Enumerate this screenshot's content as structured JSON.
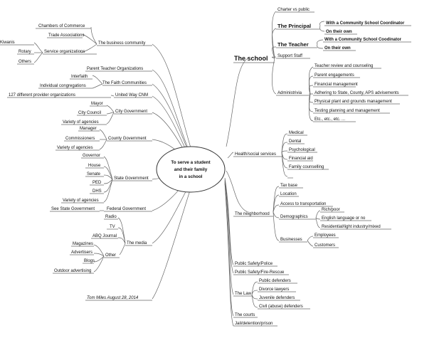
{
  "center": {
    "line1": "To serve a student",
    "line2": "and their family",
    "line3": "in a school"
  },
  "left": {
    "business": {
      "label": "The business community",
      "items": [
        "Chambers of Commerce",
        "Trade Associations"
      ],
      "service": "Service organizations",
      "service_items": [
        "Kiwanis",
        "Rotary",
        "Others"
      ]
    },
    "pto": "Parent Teacher Organizations",
    "faith": {
      "label": "The Faith Communities",
      "items": [
        "Interfaith",
        "Individual congregations"
      ]
    },
    "uwcnm": {
      "label": "United Way CNM",
      "item": "127 different provider organizations"
    },
    "city": {
      "label": "City Government",
      "items": [
        "Mayor",
        "City Council",
        "Variety of agencies"
      ]
    },
    "county": {
      "label": "County Government",
      "items": [
        "Manager",
        "Commissioners",
        "Variety of agencies"
      ]
    },
    "state": {
      "label": "State Government",
      "items": [
        "Governor",
        "House",
        "Senate",
        "PED",
        "DHS",
        "Variety of agencies"
      ]
    },
    "federal": {
      "label": "Federal Government",
      "item": "See State Government"
    },
    "media": {
      "label": "The media",
      "items": [
        "Radio",
        "TV",
        "ABQ Journal"
      ],
      "other": "Other",
      "other_items": [
        "Magazines",
        "Advertisers",
        "Blogs",
        "Outdoor advertising"
      ]
    },
    "author": "Tom Miles August 28, 2014"
  },
  "right": {
    "school": {
      "label": "The school",
      "charter": "Charter vs public",
      "principal": {
        "label": "The Principal",
        "items": [
          "With a Community School Coordinator",
          "On their own"
        ]
      },
      "teacher": {
        "label": "The Teacher",
        "items": [
          "With a Community School Coodinator",
          "On their own"
        ]
      },
      "support": "Support Staff",
      "admin": {
        "label": "Administrivia",
        "items": [
          "Teacher review and counseling",
          "Parent engagements",
          "Financial management",
          "Adhering to State, County, APS advisements",
          "Physical plant and grounds management",
          "Testing planning and management",
          "Etc., etc., etc. ..."
        ]
      }
    },
    "health": {
      "label": "Health/social services",
      "items": [
        "Medical",
        "Dental",
        "Psychological",
        "Financial aid",
        "Family counselling"
      ]
    },
    "neighborhood": {
      "label": "The neighborhood",
      "items": [
        "Tax base",
        "Location",
        "Access to transportation"
      ],
      "demographics": {
        "label": "Demographics",
        "items": [
          "Rich/poor",
          "English language or no",
          "Residential/light industry/mixed"
        ]
      },
      "businesses": {
        "label": "Businesses",
        "items": [
          "Employees",
          "Customers"
        ]
      }
    },
    "police": "Public Safety/Police",
    "fire": "Public Safety/Fire-Rescue",
    "law": {
      "label": "The Law",
      "items": [
        "Public defenders",
        "Divorce lawyers",
        "Juvenile defenders",
        "Civil (abuse) defenders"
      ]
    },
    "courts": "The courts",
    "jail": "Jail/detention/prison"
  }
}
